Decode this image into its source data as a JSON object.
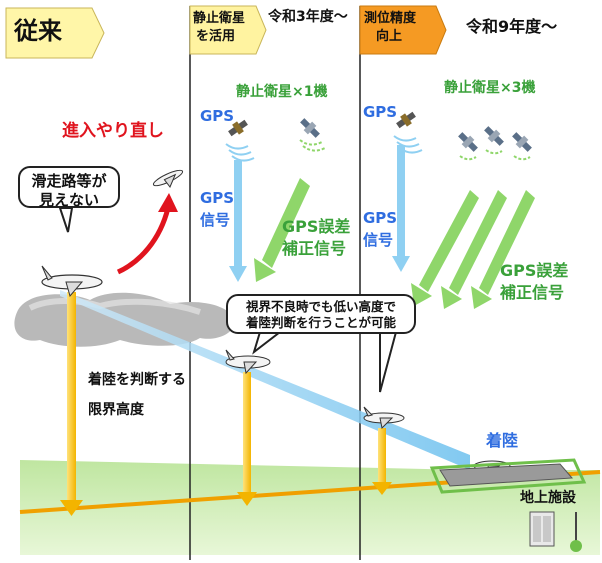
{
  "headers": {
    "col1": "従来",
    "col2_tag_line1": "静止衛星",
    "col2_tag_line2": "を活用",
    "col2_year": "令和3年度～",
    "col3_tag_line1": "測位精度",
    "col3_tag_line2": "向上",
    "col3_year": "令和9年度～"
  },
  "col1": {
    "retry": "進入やり直し",
    "bubble_line1": "滑走路等が",
    "bubble_line2": "見えない",
    "decision_line1": "着陸を判断する",
    "decision_line2": "限界高度"
  },
  "col2": {
    "satellites": "静止衛星×1機",
    "gps": "GPS",
    "gps_signal_line1": "GPS",
    "gps_signal_line2": "信号",
    "correction_line1": "GPS誤差",
    "correction_line2": "補正信号"
  },
  "col3": {
    "satellites": "静止衛星×3機",
    "gps": "GPS",
    "gps_signal_line1": "GPS",
    "gps_signal_line2": "信号",
    "correction_line1": "GPS誤差",
    "correction_line2": "補正信号",
    "landing": "着陸",
    "ground_facility": "地上施設"
  },
  "callout": {
    "line1": "視界不良時でも低い高度で",
    "line2": "着陸判断を行うことが可能"
  },
  "colors": {
    "header_col1": "#fff6a8",
    "header_col2": "#fff3a0",
    "header_col3": "#f59a23",
    "gps_blue": "#2f6de0",
    "correction_green": "#3aa13a",
    "retry_red": "#e0141e",
    "decision_orange": "#f0a000",
    "ground_green": "#6fbf4a",
    "approach_path": "#7fc6ef"
  }
}
